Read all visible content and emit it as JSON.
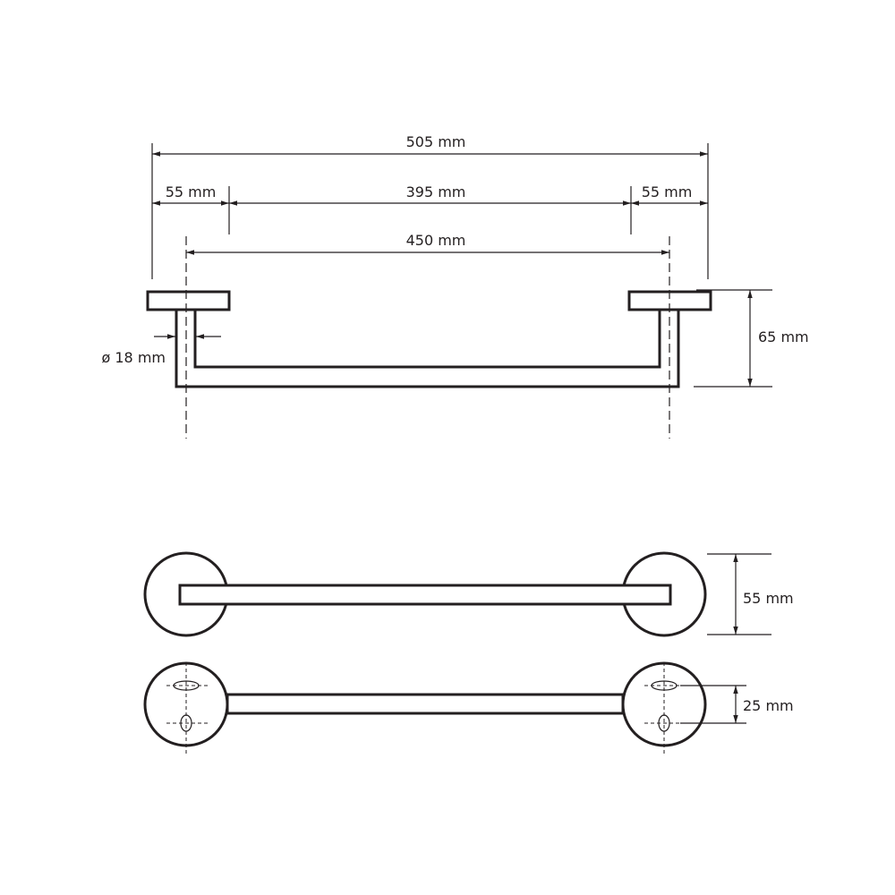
{
  "dimensions": {
    "overall_length": "505 mm",
    "left_base": "55 mm",
    "inner_span": "395 mm",
    "right_base": "55 mm",
    "center_distance": "450 mm",
    "tube_diameter": "ø 18 mm",
    "projection": "65 mm",
    "rosette_diameter": "55 mm",
    "hole_spacing": "25 mm"
  },
  "colors": {
    "line": "#231f20",
    "background": "#ffffff"
  }
}
